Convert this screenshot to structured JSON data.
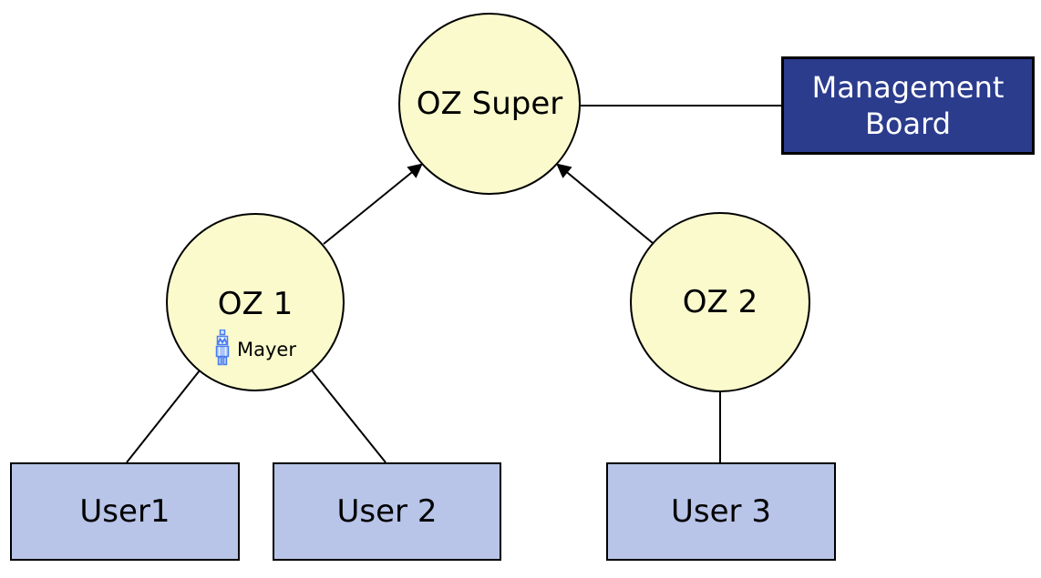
{
  "diagram": {
    "type": "organizational-chart",
    "nodes": {
      "oz_super": {
        "label": "OZ Super",
        "shape": "circle"
      },
      "oz1": {
        "label": "OZ 1",
        "manager": "Mayer",
        "shape": "circle"
      },
      "oz2": {
        "label": "OZ 2",
        "shape": "circle"
      },
      "management_board": {
        "label": "Management Board",
        "shape": "rect"
      },
      "user1": {
        "label": "User1",
        "shape": "rect"
      },
      "user2": {
        "label": "User 2",
        "shape": "rect"
      },
      "user3": {
        "label": "User 3",
        "shape": "rect"
      }
    },
    "edges": [
      {
        "from": "oz1",
        "to": "oz_super",
        "arrow": true
      },
      {
        "from": "oz2",
        "to": "oz_super",
        "arrow": true
      },
      {
        "from": "oz_super",
        "to": "management_board",
        "arrow": false
      },
      {
        "from": "oz1",
        "to": "user1",
        "arrow": false
      },
      {
        "from": "oz1",
        "to": "user2",
        "arrow": false
      },
      {
        "from": "oz2",
        "to": "user3",
        "arrow": false
      }
    ],
    "colors": {
      "org_unit_fill": "#FAFACD",
      "node_border": "#000000",
      "user_fill": "#B8C4E8",
      "management_fill": "#2B3C8D",
      "management_text": "#FFFFFF",
      "connector": "#000000",
      "person_icon_blue": "#4A7DF0"
    },
    "icons": {
      "person": "person-icon"
    }
  }
}
